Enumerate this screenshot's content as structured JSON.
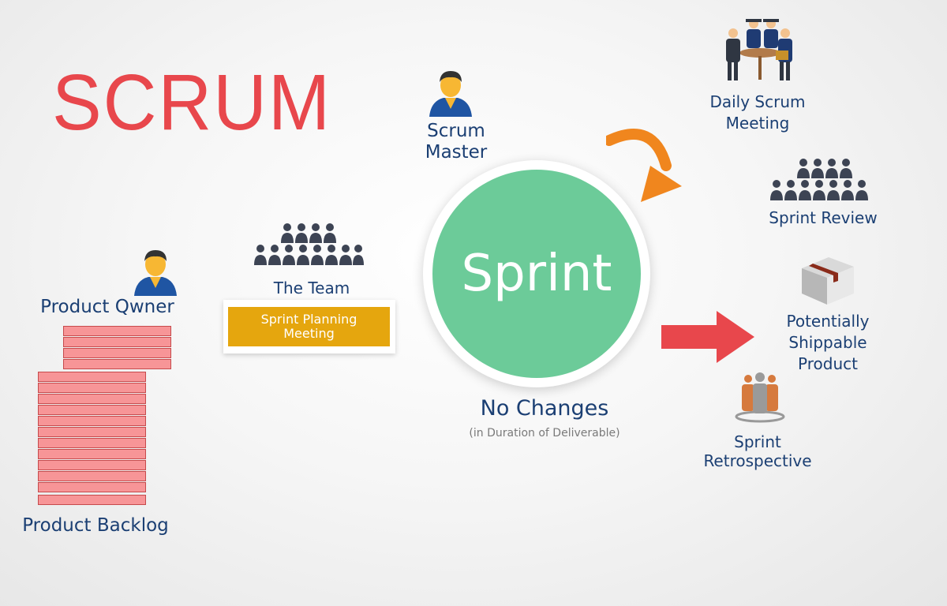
{
  "title": "SCRUM",
  "colors": {
    "title": "#e8474c",
    "label": "#1b3f73",
    "sprint_fill": "#6ccb99",
    "planning_fill": "#e5a60e",
    "backlog_fill": "#f79597",
    "feedback_arrow": "#f0861e",
    "output_arrow": "#e8474c"
  },
  "roles": {
    "scrum_master": [
      "Scrum",
      "Master"
    ],
    "product_owner": "Product Qwner",
    "team": "The Team"
  },
  "planning": {
    "lines": [
      "Sprint Planning",
      "Meeting"
    ]
  },
  "backlog": {
    "label": "Product Backlog"
  },
  "sprint": {
    "label": "Sprint",
    "note": "No Changes",
    "note_sub": "(in Duration of Deliverable)"
  },
  "events": {
    "daily": [
      "Daily Scrum",
      "Meeting"
    ],
    "review": "Sprint Review",
    "product": [
      "Potentially",
      "Shippable",
      "Product"
    ],
    "retro": [
      "Sprint",
      "Retrospective"
    ]
  },
  "icons": [
    "person-icon",
    "team-audience-icon",
    "meeting-people-icon",
    "audience-icon",
    "box-icon",
    "group-icon",
    "curved-arrow-icon",
    "right-arrow-icon"
  ]
}
